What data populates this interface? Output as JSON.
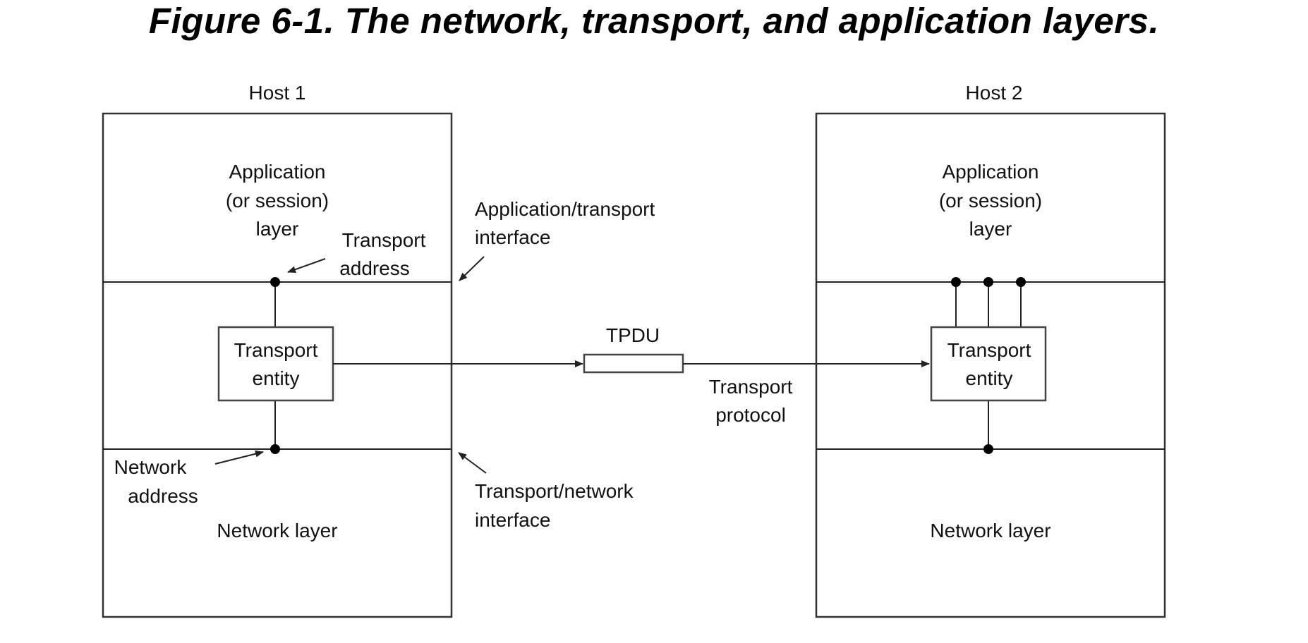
{
  "title": "Figure 6-1. The network, transport, and application layers.",
  "hosts": [
    {
      "name": "Host 1",
      "application_layer": [
        "Application",
        "(or session)",
        "layer"
      ],
      "transport_entity": [
        "Transport",
        "entity"
      ],
      "network_layer": "Network layer"
    },
    {
      "name": "Host 2",
      "application_layer": [
        "Application",
        "(or session)",
        "layer"
      ],
      "transport_entity": [
        "Transport",
        "entity"
      ],
      "network_layer": "Network layer"
    }
  ],
  "annotations": {
    "transport_address": [
      "Transport",
      "address"
    ],
    "network_address": [
      "Network",
      "address"
    ],
    "app_transport_interface": [
      "Application/transport",
      "interface"
    ],
    "transport_network_interface": [
      "Transport/network",
      "interface"
    ],
    "tpdu": "TPDU",
    "transport_protocol": [
      "Transport",
      "protocol"
    ]
  },
  "colors": {
    "line": "#222222",
    "text": "#111111",
    "background": "#ffffff"
  }
}
